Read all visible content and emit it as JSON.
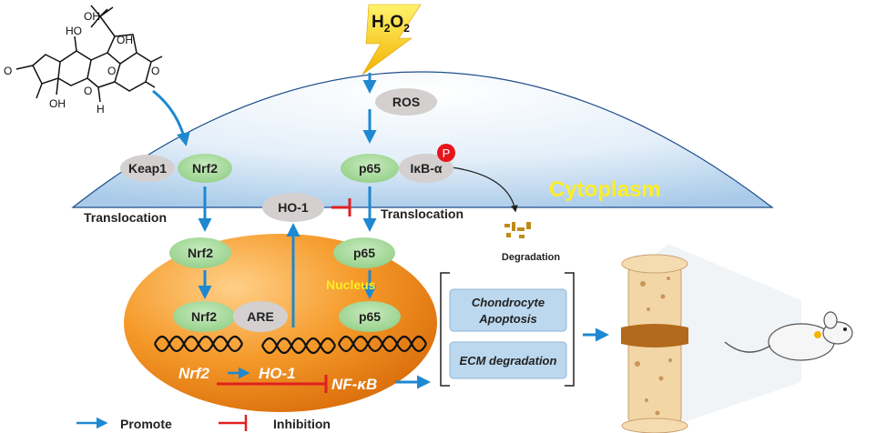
{
  "stimulus": {
    "formula": {
      "base": "H",
      "sub1": "2",
      "mid": "O",
      "sub2": "2"
    }
  },
  "compound": {
    "labels": {
      "oh_top": "OH",
      "oh_left": "HO",
      "oh_right": "OH",
      "oh_bottom": "OH",
      "h_bottom": "H",
      "o_left": "O",
      "o_bridge": "O",
      "o_right": "O",
      "o_ring": "O"
    }
  },
  "cytoplasm": {
    "label": "Cytoplasm",
    "label_color": "#ffee22",
    "nodes": {
      "ros": "ROS",
      "keap1": "Keap1",
      "nrf2": "Nrf2",
      "p65": "p65",
      "ikb": "IκB-α",
      "phospho": "P",
      "ho1": "HO-1"
    },
    "translocation_left": "Translocation",
    "translocation_right": "Translocation",
    "degradation": "Degradation"
  },
  "nucleus": {
    "label": "Nucleus",
    "label_color": "#ffee22",
    "nodes": {
      "nrf2_top": "Nrf2",
      "p65_top": "p65",
      "nrf2_bound": "Nrf2",
      "are": "ARE",
      "p65_bound": "p65"
    },
    "genes": {
      "nrf2": "Nrf2",
      "ho1": "HO-1",
      "nfkb": "NF-κB"
    }
  },
  "outcomes": [
    {
      "line1": "Chondrocyte",
      "line2": "Apoptosis"
    },
    {
      "line1": "ECM degradation",
      "line2": ""
    }
  ],
  "legend": {
    "promote": "Promote",
    "inhibition": "Inhibition"
  },
  "colors": {
    "arrow_blue": "#1e88d0",
    "inhibit_red": "#e02020",
    "green_node": "#a6d99a",
    "grey_node": "#d3d0cf",
    "nucleus_orange": "#f28a1e",
    "cell_blue": "#cfe3f5",
    "outcome_box": "#bcd8ee",
    "phospho_red": "#e8141c"
  }
}
